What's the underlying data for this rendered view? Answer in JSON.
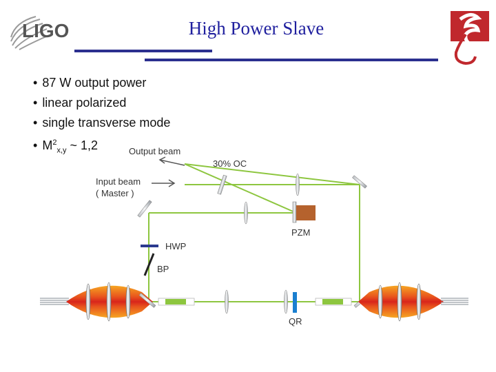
{
  "header": {
    "logo_text": "LIGO",
    "title": "High Power Slave"
  },
  "bullets": [
    {
      "text": "87 W output power"
    },
    {
      "text": "linear polarized"
    },
    {
      "text": "single transverse mode"
    },
    {
      "prefix": "M",
      "sup": "2",
      "sub": "x,y",
      "suffix": " ~ 1,2"
    }
  ],
  "diagram": {
    "labels": {
      "output_beam": "Output beam",
      "oc": "30% OC",
      "input_beam_line1": "Input beam",
      "input_beam_line2": "( Master )",
      "pzm": "PZM",
      "hwp": "HWP",
      "bp": "BP",
      "qr": "QR"
    },
    "colors": {
      "beam": "#8dc63f",
      "pzm": "#b5622d",
      "qr": "#1a7fd0",
      "hwp": "#2b3a8f",
      "header_rule": "#2b2f8f",
      "title": "#1f1f9e",
      "emblem": "#c0282d"
    }
  }
}
